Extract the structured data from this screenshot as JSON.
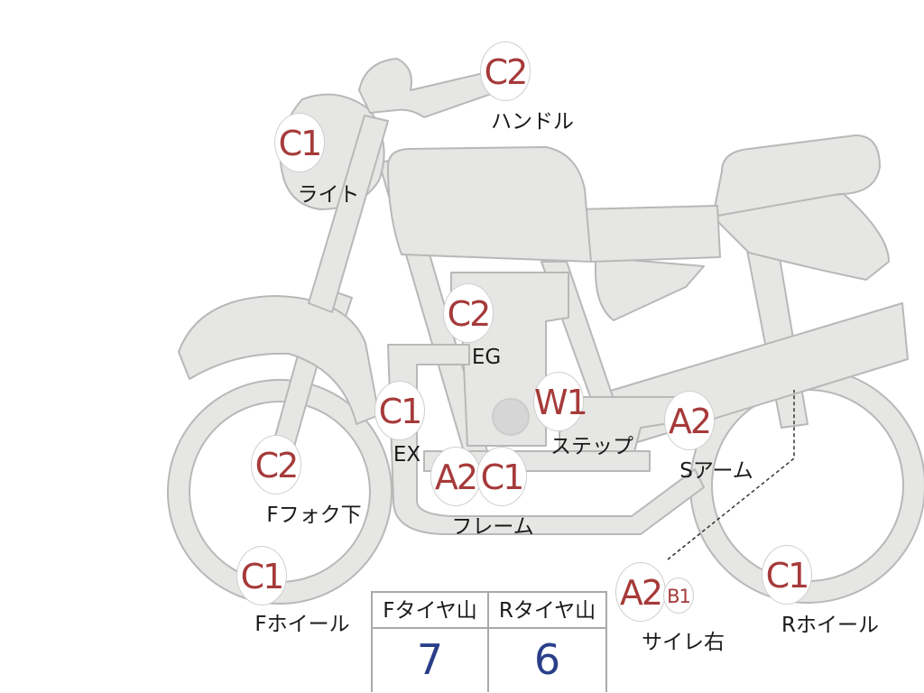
{
  "diagram": {
    "markers": [
      {
        "id": "handle",
        "code": "C2",
        "label": "ハンドル"
      },
      {
        "id": "light",
        "code": "C1",
        "label": "ライト"
      },
      {
        "id": "engine",
        "code": "C2",
        "label": "EG"
      },
      {
        "id": "exhaust",
        "code": "C1",
        "label": "EX"
      },
      {
        "id": "step",
        "code": "W1",
        "label": "ステップ"
      },
      {
        "id": "swingarm",
        "code": "A2",
        "label": "Sアーム"
      },
      {
        "id": "fork-lower",
        "code": "C2",
        "label": "Fフォク下"
      },
      {
        "id": "frame-a",
        "code": "A2",
        "label": ""
      },
      {
        "id": "frame-c",
        "code": "C1",
        "label": "フレーム"
      },
      {
        "id": "front-wheel",
        "code": "C1",
        "label": "Fホイール"
      },
      {
        "id": "muffler-right-a",
        "code": "A2",
        "label": "サイレ右"
      },
      {
        "id": "muffler-right-b",
        "code": "B1",
        "label": ""
      },
      {
        "id": "rear-wheel",
        "code": "C1",
        "label": "Rホイール"
      }
    ]
  },
  "tire_table": {
    "front_header": "Fタイヤ山",
    "rear_header": "Rタイヤ山",
    "front_value": "7",
    "rear_value": "6"
  },
  "colors": {
    "body_fill": "#e6e6e4",
    "body_stroke": "#b8b8b8",
    "code_text": "#a63a3a",
    "value_text": "#2a3f8a"
  }
}
